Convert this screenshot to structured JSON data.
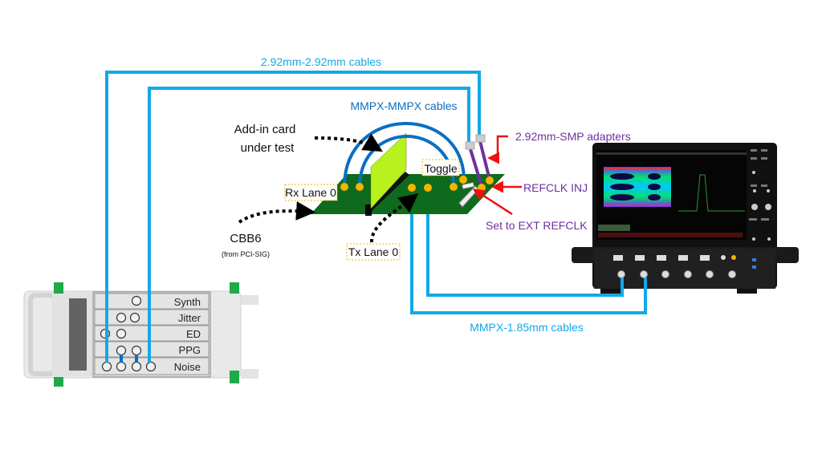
{
  "labels": {
    "cables_292": "2.92mm-2.92mm cables",
    "cables_mmpx": "MMPX-MMPX cables",
    "add_in_card_line1": "Add-in card",
    "add_in_card_line2": "under test",
    "rx_lane": "Rx Lane 0",
    "toggle": "Toggle",
    "tx_lane": "Tx Lane 0",
    "cbb6": "CBB6",
    "cbb6_source": "(from PCI-SIG)",
    "adapters": "2.92mm-SMP adapters",
    "refclk_inj": "REFCLK INJ",
    "ext_refclk": "Set to EXT REFCLK",
    "cables_185": "MMPX-1.85mm cables"
  },
  "instrument_modules": [
    "Synth",
    "Jitter",
    "ED",
    "PPG",
    "Noise"
  ],
  "colors": {
    "cable_light_blue": "#13A8E6",
    "cable_mmpx_blue": "#0A6FC2",
    "adapter_purple": "#7030A0",
    "annotation_red": "#F01010",
    "board_green": "#0E6A1C",
    "card_yellow_green": "#B7F21E",
    "pad_yellow": "#F4B400"
  }
}
